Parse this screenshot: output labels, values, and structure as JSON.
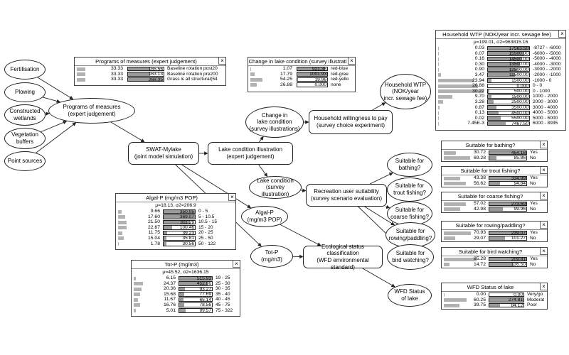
{
  "nodes": [
    {
      "id": "fertilisation",
      "label": "Fertilisation"
    },
    {
      "id": "plowing",
      "label": "Plowing"
    },
    {
      "id": "wetlands",
      "label": "Constructed\nwetlands"
    },
    {
      "id": "vegetation",
      "label": "Vegetation\nbuffers"
    },
    {
      "id": "point",
      "label": "Point sources"
    },
    {
      "id": "programs",
      "label": "Programs of measures\n(expert judgement)"
    },
    {
      "id": "swat",
      "label": "SWAT-Mylake\n(joint model simulation)"
    },
    {
      "id": "lake_illus",
      "label": "Lake condition illustration\n(expert judgement)"
    },
    {
      "id": "change",
      "label": "Change in\nlake condition\n(survey illustrations)"
    },
    {
      "id": "willing",
      "label": "Household willingness to pay\n(survey choice experiment)"
    },
    {
      "id": "hh_wtp",
      "label": "Household WTP\n(NOK/year\nincr. sewage fee)"
    },
    {
      "id": "lake_cond",
      "label": "Lake condition\n(survey illustration)"
    },
    {
      "id": "recreation",
      "label": "Recreation user suitability\n(survey scenario evaluation)"
    },
    {
      "id": "s_bath",
      "label": "Suitable for\nbathing?"
    },
    {
      "id": "s_trout",
      "label": "Suitable for\ntrout fishing?"
    },
    {
      "id": "s_coarse",
      "label": "Suitable for\ncoarse fishing?"
    },
    {
      "id": "s_row",
      "label": "Suitable for\nrowing/paddling?"
    },
    {
      "id": "s_bird",
      "label": "Suitable for\nbird watching?"
    },
    {
      "id": "algal",
      "label": "Algal-P\n(mg/m3 POP)"
    },
    {
      "id": "totp",
      "label": "Tot-P\n(mg/m3)"
    },
    {
      "id": "eco",
      "label": "Ecological status classification\n(WFD environmental standard)"
    },
    {
      "id": "wfd",
      "label": "WFD Status\nof lake"
    }
  ],
  "edges": [
    [
      "fertilisation",
      "programs"
    ],
    [
      "plowing",
      "programs"
    ],
    [
      "wetlands",
      "programs"
    ],
    [
      "vegetation",
      "programs"
    ],
    [
      "point",
      "programs"
    ],
    [
      "programs",
      "swat"
    ],
    [
      "swat",
      "lake_illus"
    ],
    [
      "swat",
      "algal"
    ],
    [
      "swat",
      "totp"
    ],
    [
      "lake_illus",
      "change"
    ],
    [
      "lake_illus",
      "lake_cond"
    ],
    [
      "change",
      "willing"
    ],
    [
      "willing",
      "hh_wtp"
    ],
    [
      "lake_cond",
      "recreation"
    ],
    [
      "recreation",
      "s_bath"
    ],
    [
      "recreation",
      "s_trout"
    ],
    [
      "recreation",
      "s_coarse"
    ],
    [
      "recreation",
      "s_row"
    ],
    [
      "recreation",
      "s_bird"
    ],
    [
      "algal",
      "eco"
    ],
    [
      "totp",
      "eco"
    ],
    [
      "eco",
      "wfd"
    ]
  ],
  "monitors": [
    {
      "id": "m_programs",
      "title": "Programs of measures (expert judgement)",
      "stats": "",
      "rows": [
        {
          "p": "33.33",
          "v": "165.56",
          "s": "Baseline rotation post20",
          "pf": 0.33,
          "vf": 0.62
        },
        {
          "p": "33.33",
          "v": "163.13",
          "s": "Baseline rotation pre200",
          "pf": 0.33,
          "vf": 0.61
        },
        {
          "p": "33.33",
          "v": "268.35",
          "s": "Grass & all structural(54",
          "pf": 0.33,
          "vf": 1.0
        }
      ]
    },
    {
      "id": "m_change",
      "title": "Change in  lake condition (survey illustrati",
      "stats": "",
      "rows": [
        {
          "p": "1.07",
          "v": "921.36",
          "s": "red-blue",
          "pf": 0.02,
          "vf": 0.92
        },
        {
          "p": "17.79",
          "v": "1001.93",
          "s": "red-gree",
          "pf": 0.18,
          "vf": 1.0
        },
        {
          "p": "54.25",
          "v": "19.96",
          "s": "red-yello",
          "pf": 0.54,
          "vf": 0.02
        },
        {
          "p": "26.88",
          "v": "0.000",
          "s": "none",
          "pf": 0.27,
          "vf": 0.0
        }
      ]
    },
    {
      "id": "m_hhwtp",
      "title": "Household WTP (NOK/year  incr. sewage fee)",
      "stats": "μ=199.01, σ2=963815.16",
      "rows": [
        {
          "p": "0.03",
          "v": "17563.50",
          "s": "-8727 - -6000",
          "pf": 0.01,
          "vf": 1.0
        },
        {
          "p": "0.07",
          "v": "15500.00",
          "s": "-6000 - -5000",
          "pf": 0.01,
          "vf": 0.88
        },
        {
          "p": "0.16",
          "v": "14500.00",
          "s": "-5000 - -4000",
          "pf": 0.01,
          "vf": 0.83
        },
        {
          "p": "0.30",
          "v": "13500.00",
          "s": "-4000 - -3000",
          "pf": 0.01,
          "vf": 0.77
        },
        {
          "p": "0.90",
          "v": "12500.00",
          "s": "-3000 - -2000",
          "pf": 0.02,
          "vf": 0.71
        },
        {
          "p": "3.47",
          "v": "11500.00",
          "s": "-2000 - -1000",
          "pf": 0.06,
          "vf": 0.65
        },
        {
          "p": "23.94",
          "v": "1500.00",
          "s": "-1000 - 0",
          "pf": 0.78,
          "vf": 0.09
        },
        {
          "p": "26.88",
          "v": "0.000",
          "s": "0 - 0",
          "pf": 0.88,
          "vf": 0.0
        },
        {
          "p": "30.22",
          "v": "500.00",
          "s": "0 - 1000",
          "pf": 1.0,
          "vf": 0.03
        },
        {
          "p": "9.70",
          "v": "1500.00",
          "s": "1000 - 2000",
          "pf": 0.32,
          "vf": 0.09
        },
        {
          "p": "3.28",
          "v": "2500.00",
          "s": "2000 - 3000",
          "pf": 0.11,
          "vf": 0.14
        },
        {
          "p": "0.87",
          "v": "3500.00",
          "s": "3000 - 4000",
          "pf": 0.03,
          "vf": 0.2
        },
        {
          "p": "0.13",
          "v": "4500.00",
          "s": "4000 - 5000",
          "pf": 0.01,
          "vf": 0.26
        },
        {
          "p": "0.02",
          "v": "5500.00",
          "s": "5000 - 6000",
          "pf": 0.01,
          "vf": 0.31
        },
        {
          "p": "7.45E-3",
          "v": "7467.50",
          "s": "6000 - 8935",
          "pf": 0.005,
          "vf": 0.43
        }
      ]
    },
    {
      "id": "m_bath",
      "title": "Suitable for bathing?",
      "stats": "",
      "rows": [
        {
          "p": "30.72",
          "v": "454.18",
          "s": "Yes",
          "pf": 0.31,
          "vf": 1.0
        },
        {
          "p": "69.28",
          "v": "85.86",
          "s": "No",
          "pf": 0.69,
          "vf": 0.19
        }
      ]
    },
    {
      "id": "m_trout",
      "title": "Suitable for trout fishing?",
      "stats": "",
      "rows": [
        {
          "p": "43.38",
          "v": "334.99",
          "s": "Yes",
          "pf": 0.43,
          "vf": 1.0
        },
        {
          "p": "56.62",
          "v": "94.84",
          "s": "No",
          "pf": 0.57,
          "vf": 0.28
        }
      ]
    },
    {
      "id": "m_coarse",
      "title": "Suitable for coarse fishing?",
      "stats": "",
      "rows": [
        {
          "p": "57.02",
          "v": "273.69",
          "s": "Yes",
          "pf": 0.57,
          "vf": 1.0
        },
        {
          "p": "42.98",
          "v": "99.96",
          "s": "No",
          "pf": 0.43,
          "vf": 0.37
        }
      ]
    },
    {
      "id": "m_row",
      "title": "Suitable for rowing/paddling?",
      "stats": "",
      "rows": [
        {
          "p": "70.93",
          "v": "239.07",
          "s": "Yes",
          "pf": 0.71,
          "vf": 1.0
        },
        {
          "p": "29.07",
          "v": "101.27",
          "s": "No",
          "pf": 0.29,
          "vf": 0.42
        }
      ]
    },
    {
      "id": "m_bird",
      "title": "Suitable for bird watching?",
      "stats": "",
      "rows": [
        {
          "p": "85.28",
          "v": "209.81",
          "s": "Yes",
          "pf": 0.85,
          "vf": 1.0
        },
        {
          "p": "14.72",
          "v": "136.50",
          "s": "No",
          "pf": 0.15,
          "vf": 0.65
        }
      ]
    },
    {
      "id": "m_wfd",
      "title": "WFD Status  of lake",
      "stats": "",
      "rows": [
        {
          "p": "0.00",
          "v": "0.00",
          "s": "Very/go",
          "pf": 0.0,
          "vf": 0.0
        },
        {
          "p": "60.25",
          "v": "274.81",
          "s": "Moderat",
          "pf": 0.6,
          "vf": 1.0
        },
        {
          "p": "39.75",
          "v": "84.12",
          "s": "Poor",
          "pf": 0.4,
          "vf": 0.31
        }
      ]
    },
    {
      "id": "m_algal",
      "title": "Algal-P (mg/m3 POP)",
      "stats": "μ=18.13, σ2=206.9",
      "rows": [
        {
          "p": "9.66",
          "v": "350.05",
          "s": "0 - 5",
          "pf": 0.1,
          "vf": 1.0
        },
        {
          "p": "17.60",
          "v": "369.07",
          "s": "5 - 10.5",
          "pf": 0.18,
          "vf": 1.0
        },
        {
          "p": "21.50",
          "v": "311.29",
          "s": "10.5 - 15",
          "pf": 0.22,
          "vf": 0.84
        },
        {
          "p": "22.67",
          "v": "100.46",
          "s": "15 - 20",
          "pf": 0.23,
          "vf": 0.27
        },
        {
          "p": "11.75",
          "v": "39.23",
          "s": "20 - 25",
          "pf": 0.12,
          "vf": 0.11
        },
        {
          "p": "15.04",
          "v": "35.81",
          "s": "25 - 50",
          "pf": 0.15,
          "vf": 0.1
        },
        {
          "p": "1.78",
          "v": "30.56",
          "s": "50 - 122",
          "pf": 0.02,
          "vf": 0.08
        }
      ]
    },
    {
      "id": "m_totp",
      "title": "Tot-P (mg/m3)",
      "stats": "μ=45.52, σ2=1636.15",
      "rows": [
        {
          "p": "6.15",
          "v": "515.93",
          "s": "19 - 25",
          "pf": 0.06,
          "vf": 1.0
        },
        {
          "p": "24.37",
          "v": "452.86",
          "s": "25 - 30",
          "pf": 0.24,
          "vf": 0.88
        },
        {
          "p": "20.36",
          "v": "93.27",
          "s": "30 - 35",
          "pf": 0.2,
          "vf": 0.18
        },
        {
          "p": "15.68",
          "v": "77.69",
          "s": "35 - 40",
          "pf": 0.16,
          "vf": 0.15
        },
        {
          "p": "11.67",
          "v": "65.14",
          "s": "40 - 45",
          "pf": 0.12,
          "vf": 0.13
        },
        {
          "p": "16.76",
          "v": "78.56",
          "s": "45 - 75",
          "pf": 0.17,
          "vf": 0.15
        },
        {
          "p": "5.01",
          "v": "99.57",
          "s": "75 - 322",
          "pf": 0.05,
          "vf": 0.19
        }
      ]
    }
  ]
}
